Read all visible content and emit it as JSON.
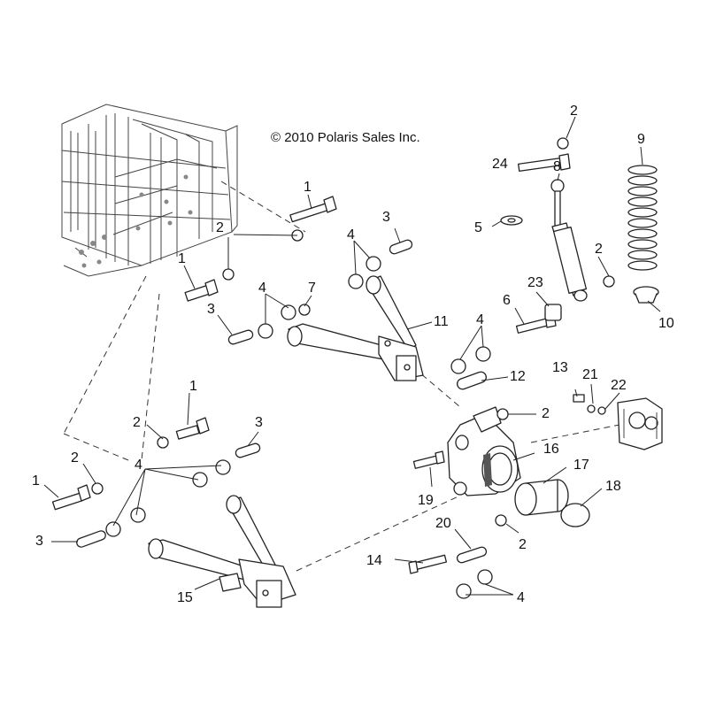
{
  "copyright": "© 2010 Polaris Sales Inc.",
  "callouts": [
    {
      "label": "1"
    },
    {
      "label": "1"
    },
    {
      "label": "1"
    },
    {
      "label": "1"
    },
    {
      "label": "2"
    },
    {
      "label": "2"
    },
    {
      "label": "2"
    },
    {
      "label": "2"
    },
    {
      "label": "2"
    },
    {
      "label": "2"
    },
    {
      "label": "2"
    },
    {
      "label": "3"
    },
    {
      "label": "3"
    },
    {
      "label": "3"
    },
    {
      "label": "3"
    },
    {
      "label": "4"
    },
    {
      "label": "4"
    },
    {
      "label": "4"
    },
    {
      "label": "4"
    },
    {
      "label": "4"
    },
    {
      "label": "5"
    },
    {
      "label": "6"
    },
    {
      "label": "7"
    },
    {
      "label": "8"
    },
    {
      "label": "9"
    },
    {
      "label": "10"
    },
    {
      "label": "11"
    },
    {
      "label": "12"
    },
    {
      "label": "13"
    },
    {
      "label": "14"
    },
    {
      "label": "15"
    },
    {
      "label": "16"
    },
    {
      "label": "17"
    },
    {
      "label": "18"
    },
    {
      "label": "19"
    },
    {
      "label": "20"
    },
    {
      "label": "21"
    },
    {
      "label": "22"
    },
    {
      "label": "23"
    },
    {
      "label": "24"
    }
  ]
}
